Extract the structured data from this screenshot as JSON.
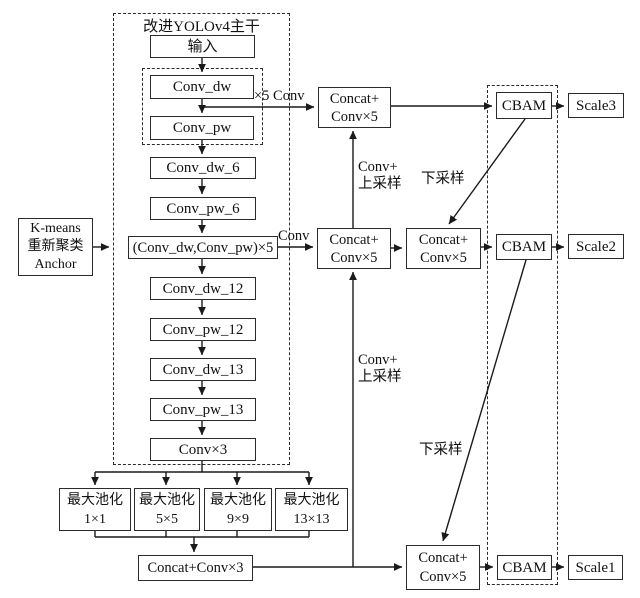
{
  "diagram_title": "改进YOLOv4主干",
  "backbone": {
    "input": "输入",
    "conv_dw": "Conv_dw",
    "conv_pw": "Conv_pw",
    "conv_dw_6": "Conv_dw_6",
    "conv_pw_6": "Conv_pw_6",
    "conv_dw_pw_x5": "(Conv_dw,Conv_pw)×5",
    "conv_dw_12": "Conv_dw_12",
    "conv_pw_12": "Conv_pw_12",
    "conv_dw_13": "Conv_dw_13",
    "conv_pw_13": "Conv_pw_13",
    "conv_x3": "Conv×3"
  },
  "kmeans": {
    "line1": "K-means",
    "line2": "重新聚类",
    "line3": "Anchor"
  },
  "spp": {
    "pool_label": "最大池化",
    "pool_sizes": [
      "1×1",
      "5×5",
      "9×9",
      "13×13"
    ],
    "concat_conv3": "Concat+Conv×3"
  },
  "neck": {
    "concat_line1": "Concat+",
    "concat_line2": "Conv×5",
    "cbam": "CBAM",
    "upsample_line1": "Conv+",
    "upsample_line2": "上采样",
    "downsample": "下采样",
    "branch_label_top": "×5 Conv",
    "branch_label_mid": "Conv"
  },
  "outputs": {
    "scale3": "Scale3",
    "scale2": "Scale2",
    "scale1": "Scale1"
  },
  "colors": {
    "line": "#1a1a1a",
    "box_border": "#2b2b2b",
    "background": "#ffffff"
  }
}
